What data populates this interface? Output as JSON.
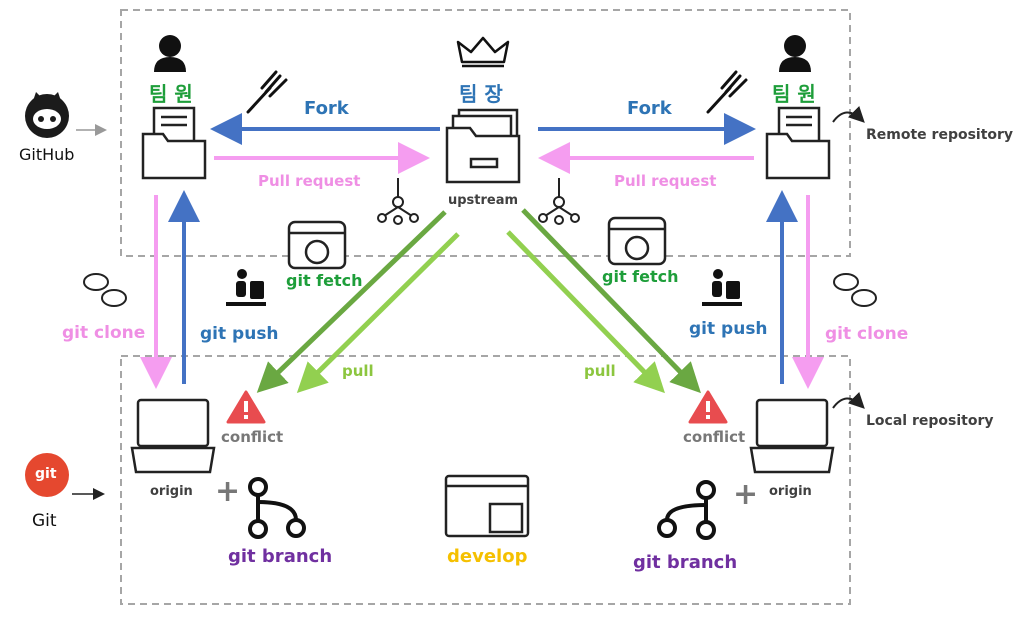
{
  "colors": {
    "fork": "#4472c4",
    "pull_request": "#f59df0",
    "clone": "#f59df0",
    "push": "#4472c4",
    "fetch": "#70ad47",
    "pull": "#92d050",
    "branch": "#7030a0",
    "develop": "#f5c000",
    "conflict": "#e84c4f",
    "dashed_box": "#a6a6a6"
  },
  "github": {
    "label": "GitHub",
    "icon": "github-octocat-icon"
  },
  "git": {
    "label": "Git",
    "logo_text": "git"
  },
  "leader": {
    "title": "팀 장",
    "icon": "crown-icon",
    "repo_label": "upstream"
  },
  "member_left": {
    "title": "팀 원",
    "icon": "user-icon"
  },
  "member_right": {
    "title": "팀 원",
    "icon": "user-icon"
  },
  "remote_repository": {
    "label": "Remote repository"
  },
  "local_repository": {
    "label": "Local repository"
  },
  "fork_left": {
    "label": "Fork",
    "icon": "fork-icon"
  },
  "fork_right": {
    "label": "Fork",
    "icon": "fork-icon"
  },
  "pull_request_left": {
    "label": "Pull request"
  },
  "pull_request_right": {
    "label": "Pull request"
  },
  "git_clone_left": {
    "label": "git clone",
    "icon": "sheep-clone-icon"
  },
  "git_clone_right": {
    "label": "git clone",
    "icon": "sheep-clone-icon"
  },
  "git_push_left": {
    "label": "git push",
    "icon": "push-person-icon"
  },
  "git_push_right": {
    "label": "git push",
    "icon": "push-person-icon"
  },
  "git_fetch_left": {
    "label": "git fetch",
    "icon": "fetch-window-icon"
  },
  "git_fetch_right": {
    "label": "git fetch",
    "icon": "fetch-window-icon"
  },
  "pull_left": {
    "label": "pull"
  },
  "pull_right": {
    "label": "pull"
  },
  "conflict_left": {
    "label": "conflict",
    "icon": "warning-icon"
  },
  "conflict_right": {
    "label": "conflict",
    "icon": "warning-icon"
  },
  "origin_left": {
    "label": "origin",
    "icon": "laptop-icon"
  },
  "origin_right": {
    "label": "origin",
    "icon": "laptop-icon"
  },
  "branch_left": {
    "label": "git branch",
    "icon": "branch-icon",
    "plus": "+"
  },
  "branch_right": {
    "label": "git branch",
    "icon": "branch-icon",
    "plus": "+"
  },
  "develop": {
    "label": "develop",
    "icon": "code-window-icon"
  }
}
